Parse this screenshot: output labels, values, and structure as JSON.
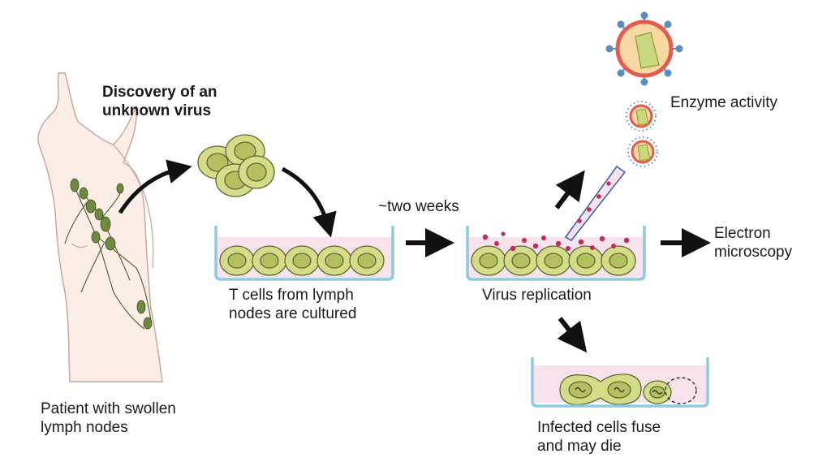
{
  "labels": {
    "discovery_title": "Discovery of an\nunknown virus",
    "patient": "Patient with swollen\nlymph nodes",
    "t_cells_cultured": "T cells from lymph\nnodes are cultured",
    "two_weeks": "~two weeks",
    "virus_replication": "Virus replication",
    "enzyme_activity": "Enzyme activity",
    "electron_microscopy": "Electron\nmicroscopy",
    "infected_cells": "Infected cells fuse\nand may die"
  },
  "colors": {
    "skin_fill": "#fbeee6",
    "skin_outline": "#c9a999",
    "lymph_node": "#6f8a3f",
    "lymph_vessel": "#4c5a2c",
    "cell_fill": "#d4dc8a",
    "cell_outline": "#5a6a2a",
    "cell_nucleus": "#b4bf5f",
    "dish_outline": "#8ec9e0",
    "dish_medium": "#f8e3ec",
    "virus_particle": "#c8285c",
    "virion_outer": "#e25b4f",
    "virion_fill": "#f7d8a3",
    "virion_core": "#c9d87c",
    "virion_spike": "#5a8ec0",
    "arrow": "#111111"
  }
}
